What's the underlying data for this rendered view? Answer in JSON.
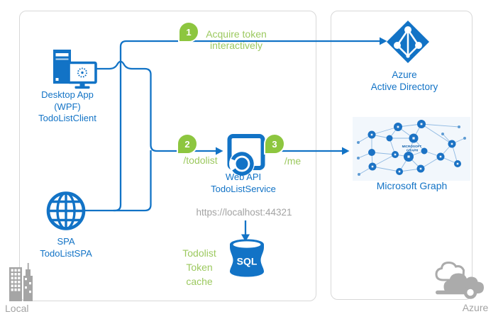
{
  "colors": {
    "blue": "#1273c6",
    "badge_green": "#8dc63f",
    "text_green": "#9cc95f",
    "gray_text": "#a3a3a3",
    "box_border": "#d8d8d8"
  },
  "zones": {
    "local": "Local",
    "azure": "Azure"
  },
  "flows": [
    {
      "num": "1",
      "line1": "Acquire token",
      "line2": "interactively"
    },
    {
      "num": "2",
      "label": "/todolist"
    },
    {
      "num": "3",
      "label": "/me"
    }
  ],
  "nodes": {
    "desktop": {
      "line1": "Desktop App",
      "line2": "(WPF)",
      "line3": "TodoListClient"
    },
    "spa": {
      "line1": "SPA",
      "line2": "TodoListSPA"
    },
    "webapi": {
      "line1": "Web API",
      "line2": "TodoListService",
      "url": "https://localhost:44321"
    },
    "aad": {
      "line1": "Azure",
      "line2": "Active Directory"
    },
    "graph": {
      "label": "Microsoft Graph",
      "watermark1": "MICROSOFT",
      "watermark2": "GRAPH"
    },
    "sql": {
      "badge": "SQL",
      "line1": "Todolist",
      "line2": "Token",
      "line3": "cache"
    }
  }
}
